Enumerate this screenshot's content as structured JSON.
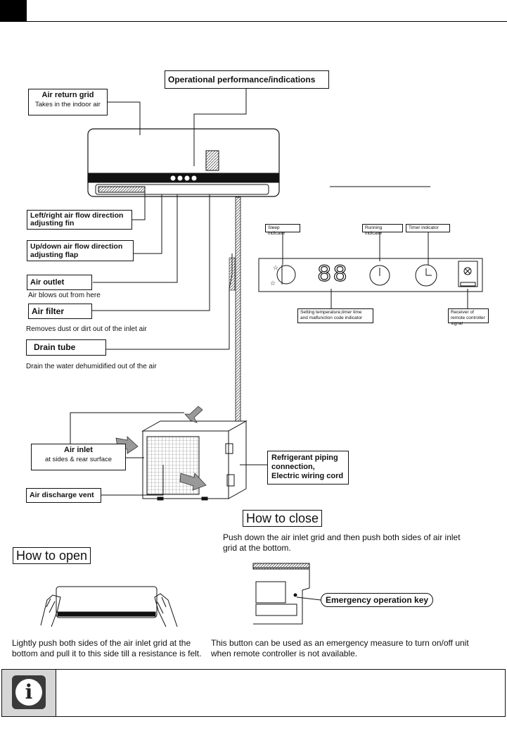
{
  "labels": {
    "operational": "Operational performance/indications",
    "air_return_title": "Air return grid",
    "air_return_sub": "Takes in the indoor air",
    "left_right_fin": "Left/right air flow direction adjusting fin",
    "up_down_flap": "Up/down air flow direction adjusting flap",
    "air_outlet": "Air outlet",
    "air_outlet_caption": "Air blows out from here",
    "air_filter": "Air filter",
    "air_filter_caption": "Removes dust or dirt out of the inlet air",
    "drain_tube": "Drain tube",
    "drain_tube_caption": "Drain the water dehumidified out of the air",
    "air_inlet_title": "Air inlet",
    "air_inlet_sub": "at sides &  rear surface",
    "air_discharge": "Air discharge vent",
    "refrigerant": "Refrigerant piping connection, Electric wiring cord"
  },
  "display_panel": {
    "sleep": "Sleep indicator",
    "running": "Running indicator",
    "timer": "Timer indicator",
    "setting": "Setting temperature,timer time and malfunction code indicator",
    "receiver": "Receiver of remote controller signal",
    "digits": "88"
  },
  "how_to_open": {
    "title": "How to open",
    "text": "Lightly push both sides of the air inlet grid at the bottom and pull it to this side till a resistance is felt."
  },
  "how_to_close": {
    "title": "How to close",
    "text": "Push down the air inlet grid and then push both sides of air inlet grid at the bottom."
  },
  "emergency": {
    "label": "Emergency operation key",
    "text": "This button can be used as an emergency measure to turn on/off unit when remote controller is not available."
  },
  "info_box": {
    "icon": "info-icon",
    "text": ""
  },
  "colors": {
    "ink": "#111111",
    "black_tab": "#000000",
    "info_bg": "#d6d6d6"
  }
}
